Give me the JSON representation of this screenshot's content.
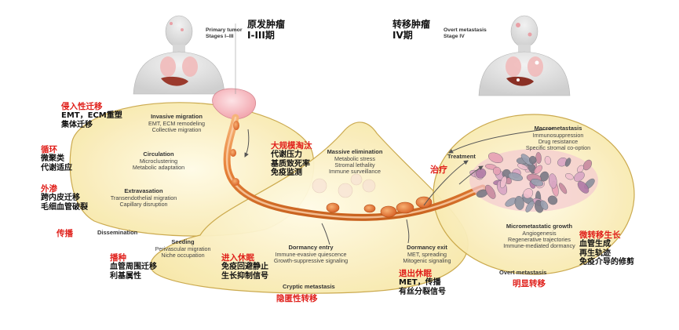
{
  "top": {
    "primary_tumor_en_1": "Primary tumor",
    "primary_tumor_en_2": "Stages I–III",
    "primary_tumor_cn_1": "原发肿瘤",
    "primary_tumor_cn_2": "I-III期",
    "metastasis_cn_1": "转移肿瘤",
    "metastasis_cn_2": "IV期",
    "overt_en_1": "Overt metastasis",
    "overt_en_2": "Stage IV"
  },
  "left_panel": {
    "invasive": {
      "title": "Invasive migration",
      "line1": "EMT, ECM remodeling",
      "line2": "Collective migration"
    },
    "circulation": {
      "title": "Circulation",
      "line1": "Microclustering",
      "line2": "Metabolic adaptation"
    },
    "extravasation": {
      "title": "Extravasation",
      "line1": "Transendothelial migration",
      "line2": "Capillary disruption"
    },
    "dissemination": "Dissemination"
  },
  "left_cn": {
    "invasive_title": "侵入性迁移",
    "invasive_l1": "EMT，ECM重塑",
    "invasive_l2": "集体迁移",
    "circulation_title": "循环",
    "circulation_l1": "微聚类",
    "circulation_l2": "代谢适应",
    "extravasation_title": "外渗",
    "extravasation_l1": "跨内皮迁移",
    "extravasation_l2": "毛细血管破裂",
    "dissemination": "传播"
  },
  "middle_panel": {
    "massive": {
      "title": "Massive elimination",
      "line1": "Metabolic stress",
      "line2": "Stromal lethality",
      "line3": "Immune surveillance"
    },
    "massive_cn": {
      "title": "大规模淘汰",
      "l1": "代谢压力",
      "l2": "基质致死率",
      "l3": "免疫监测"
    },
    "seeding": {
      "title": "Seeding",
      "line1": "Perivascular migration",
      "line2": "Niche occupation"
    },
    "seeding_cn": {
      "title": "播种",
      "l1": "血管周围迁移",
      "l2": "利基属性"
    },
    "dormancy_entry": {
      "title": "Dormancy entry",
      "line1": "Immune-evasive quiescence",
      "line2": "Growth-suppressive signaling"
    },
    "dormancy_entry_cn": {
      "title": "进入休眠",
      "l1": "免疫回避静止",
      "l2": "生长抑制信号"
    },
    "dormancy_exit": {
      "title": "Dormancy exit",
      "line1": "MET, spreading",
      "line2": "Mitogenic signaling"
    },
    "dormancy_exit_cn": {
      "title": "退出休眠",
      "l1": "MET，传播",
      "l2": "有丝分裂信号"
    },
    "cryptic": "Cryptic metastasis",
    "cryptic_cn": "隐匿性转移"
  },
  "right_panel": {
    "treatment": "Treatment",
    "treatment_cn": "治疗",
    "macro": {
      "title": "Macrometastasis",
      "line1": "Immunosuppression",
      "line2": "Drug resistance",
      "line3": "Specific stromal co-option"
    },
    "micro": {
      "title": "Micrometastatic growth",
      "line1": "Angiogenesis",
      "line2": "Regenerative trajectories",
      "line3": "Immune-mediated dormancy"
    },
    "micro_cn": {
      "title": "微转移生长",
      "l1": "血管生成",
      "l2": "再生轨迹",
      "l3": "免疫介导的修剪"
    },
    "overt": "Overt metastasis",
    "overt_cn": "明显转移"
  },
  "colors": {
    "panel_fill": "#faf1c8",
    "panel_stroke": "#c9a646",
    "vessel": "#e07a2a",
    "cell_orange": "#e8823a",
    "red_label": "#e0201b",
    "tumor_pink": "#f8c4c8"
  }
}
